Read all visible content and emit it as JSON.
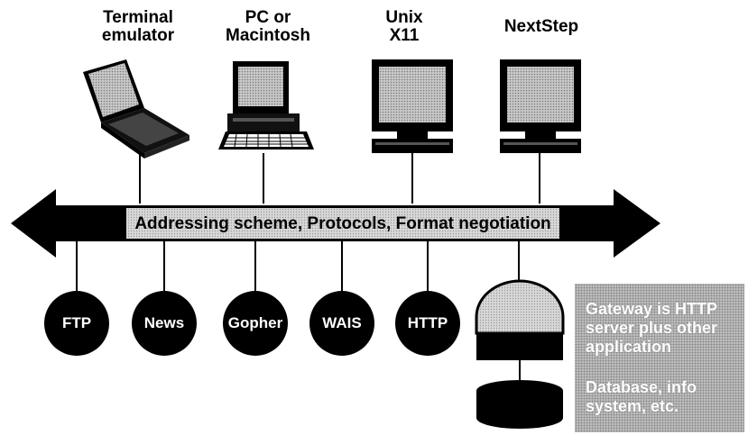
{
  "clients": [
    {
      "line1": "Terminal",
      "line2": "emulator"
    },
    {
      "line1": "PC or",
      "line2": "Macintosh"
    },
    {
      "line1": "Unix",
      "line2": "X11"
    },
    {
      "line1": "NextStep",
      "line2": ""
    }
  ],
  "bus": {
    "label": "Addressing scheme, Protocols, Format negotiation"
  },
  "servers": [
    "FTP",
    "News",
    "Gopher",
    "WAIS",
    "HTTP"
  ],
  "gateway": {
    "line1": "Gateway is HTTP",
    "line2": "server plus other",
    "line3": "application",
    "line4": "Database, info",
    "line5": "system, etc."
  }
}
